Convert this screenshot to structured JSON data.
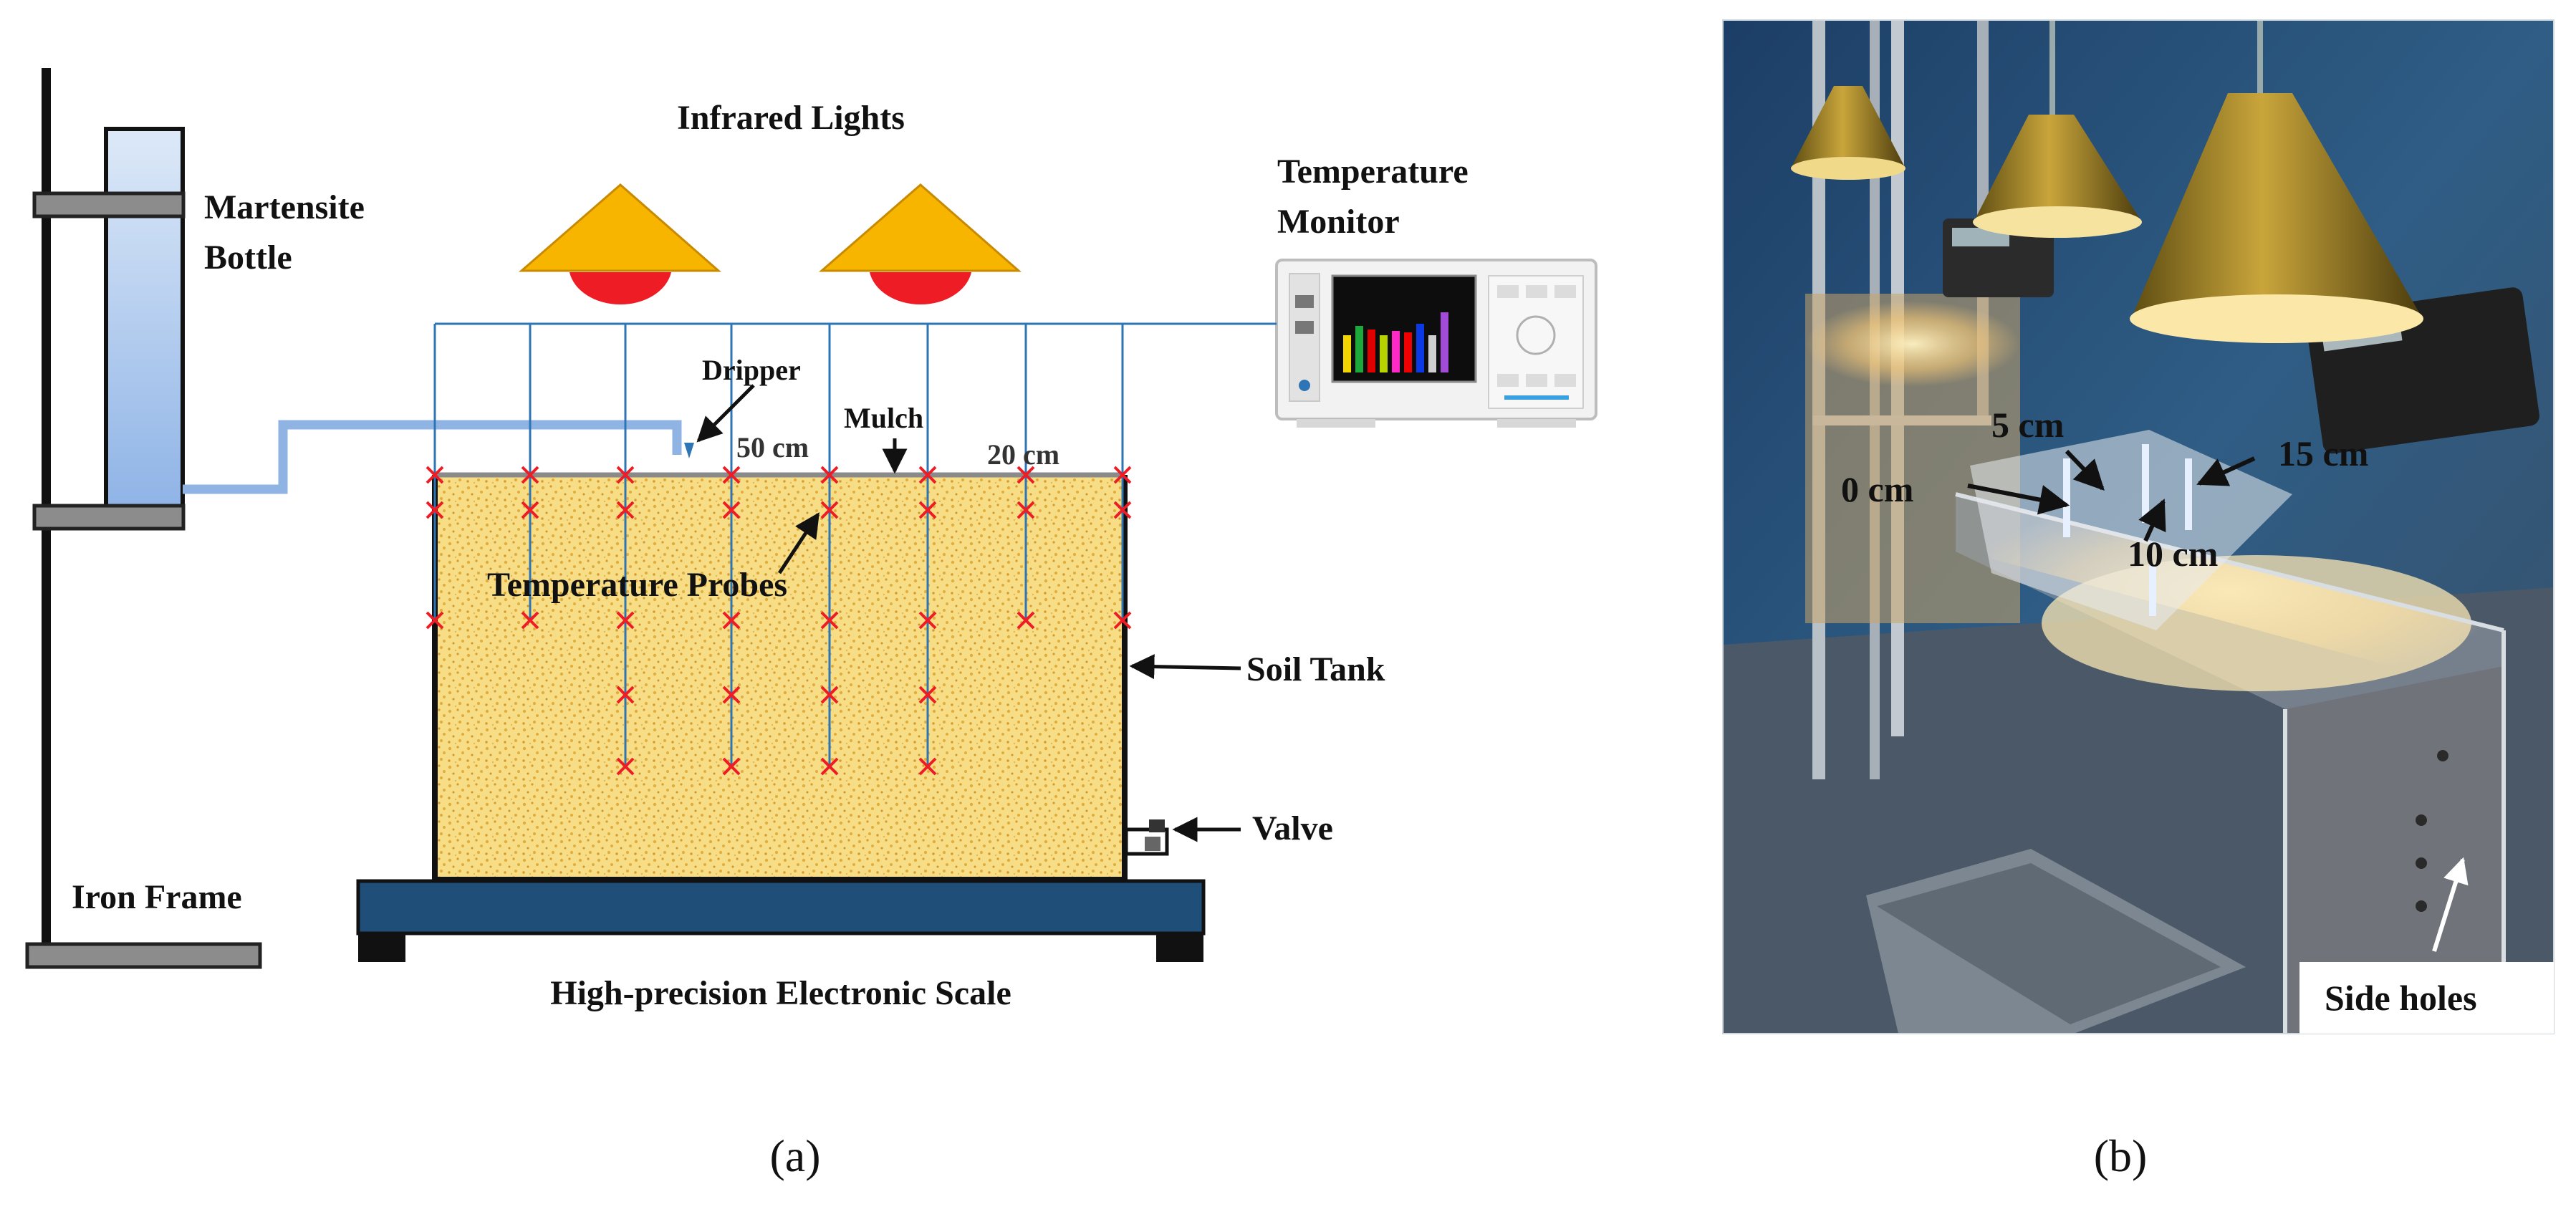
{
  "panel_a": {
    "caption": "(a)",
    "labels": {
      "infrared_lights": "Infrared Lights",
      "temperature_monitor_line1": "Temperature",
      "temperature_monitor_line2": "Monitor",
      "martensite_line1": "Martensite",
      "martensite_line2": "Bottle",
      "dripper": "Dripper",
      "mulch": "Mulch",
      "dist_50": "50 cm",
      "dist_20": "20 cm",
      "temperature_probes": "Temperature Probes",
      "soil_tank": "Soil Tank",
      "valve": "Valve",
      "iron_frame": "Iron Frame",
      "scale": "High-precision Electronic Scale"
    }
  },
  "panel_b": {
    "caption": "(b)",
    "labels": {
      "d0": "0 cm",
      "d5": "5 cm",
      "d10": "10 cm",
      "d15": "15 cm",
      "side_holes": "Side holes"
    }
  },
  "colors": {
    "soil": "#f6dd86",
    "soil_speckle": "#e3ad3c",
    "lamp_shade": "#f7b500",
    "lamp_bulb": "#ee1c24",
    "pipe": "#8fb4e3",
    "wire": "#2e75b6",
    "scale": "#1f4e79",
    "probe_marker": "#ee1c24",
    "bottle_top": "#dde9f8",
    "bottle_bottom": "#8eb3e6"
  }
}
